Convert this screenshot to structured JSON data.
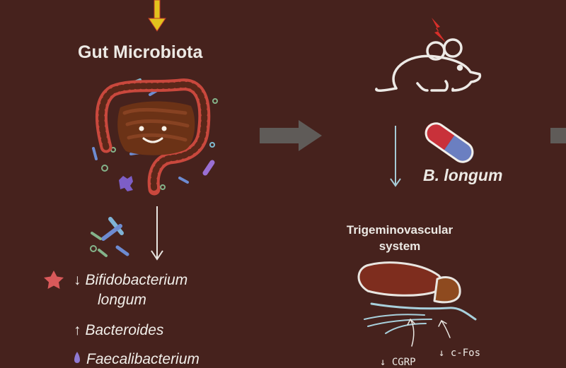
{
  "gut": {
    "title": "Gut Microbiota",
    "taxa": [
      {
        "arrow": "↓",
        "name": "Bifidobacterium",
        "name_cont": "longum"
      },
      {
        "arrow": "↑",
        "name": "Bacteroides"
      },
      {
        "arrow": "",
        "name": "Faecalibacterium"
      }
    ]
  },
  "treatment": {
    "drug": "B. longum"
  },
  "target": {
    "title": "Trigeminovascular system",
    "markers": [
      "↓ CGRP",
      "↓ c-Fos"
    ]
  },
  "colors": {
    "background": "#46221d",
    "gut_outline": "#c9483d",
    "gut_fill": "#6b3216",
    "arrow_grey": "#5f5b58",
    "star": "#d9595a",
    "capsule_red": "#c8313a",
    "capsule_blue": "#6b7fc1",
    "brain_fill": "#7e2d1e",
    "cerebellum_fill": "#8e4a1f"
  },
  "icons": [
    "double-arrow-icon",
    "gut-icon",
    "bacteria-icon",
    "star-icon",
    "mouse-icon",
    "lightning-icon",
    "capsule-icon",
    "brain-icon"
  ]
}
